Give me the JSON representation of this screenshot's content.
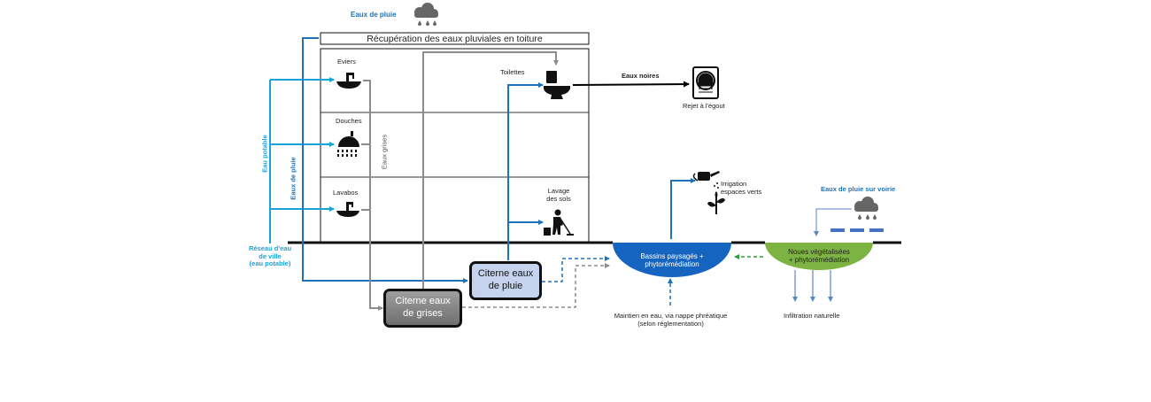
{
  "labels": {
    "rain_top": "Eaux de pluie",
    "roof": "Récupération des eaux pluviales en toiture",
    "eviers": "Eviers",
    "douches": "Douches",
    "lavabos": "Lavabos",
    "toilettes": "Toilettes",
    "lavage": "Lavage\ndes sols",
    "eaux_noires": "Eaux noires",
    "rejet": "Rejet à l'égout",
    "eaux_grises": "Eaux grises",
    "eau_potable": "Eau potable",
    "eaux_pluie_vert": "Eaux de pluie",
    "reseau": "Réseau d'eau\nde ville\n(eau potable)",
    "citerne_pluie": "Citerne eaux\nde pluie",
    "citerne_grises": "Citerne eaux\nde grises",
    "irrigation": "Irrigation\nespaces verts",
    "voirie": "Eaux de pluie sur voirie",
    "bassins": "Bassins paysagés +\nphytorémédiation",
    "noues": "Noues végétalisées\n+ phytorémédiation",
    "maintien": "Maintien en eau, via nappe phréatique\n(selon réglementation)",
    "infiltration": "Infiltration naturelle"
  },
  "icons": [
    "rain-cloud-icon",
    "sink-icon",
    "shower-icon",
    "washbasin-icon",
    "toilet-icon",
    "mopping-person-icon",
    "sewer-drain-icon",
    "watering-can-icon",
    "plant-sprout-icon",
    "road-rain-cloud-icon"
  ],
  "colors": {
    "potable": "#1aa3d9",
    "rain": "#1e72b8",
    "grey_water": "#8c8c8c",
    "black_water": "#000000",
    "basin": "#1565c0",
    "swale": "#7cb342",
    "green_arrow": "#2e9e3e",
    "rain_tank": "#c5d3ef",
    "grey_tank": "#9e9e9e",
    "road_dash": "#4472c4"
  }
}
